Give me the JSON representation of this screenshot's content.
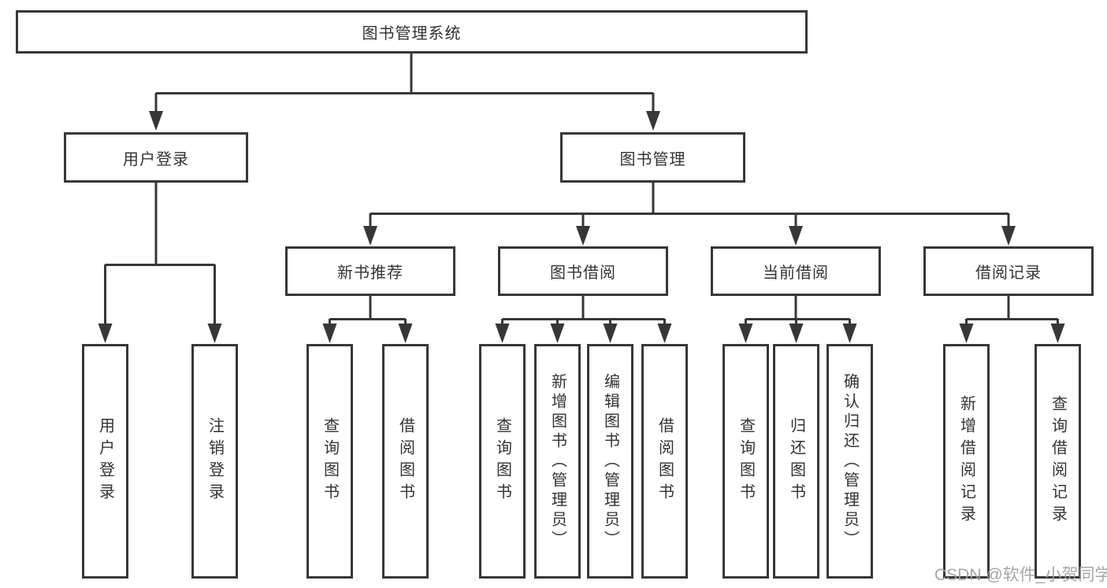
{
  "diagram": {
    "root_label": "图书管理系统",
    "level2": [
      "用户登录",
      "图书管理"
    ],
    "level3": [
      "新书推荐",
      "图书借阅",
      "当前借阅",
      "借阅记录"
    ],
    "leaves": {
      "user_login": [
        "用户登录",
        "注销登录"
      ],
      "new_book": [
        "查询图书",
        "借阅图书"
      ],
      "book_borrow": [
        "查询图书",
        "新增图书（管理员）",
        "编辑图书（管理员）",
        "借阅图书"
      ],
      "current_borrow": [
        "查询图书",
        "归还图书",
        "确认归还（管理员）"
      ],
      "borrow_record": [
        "新增借阅记录",
        "查询借阅记录"
      ]
    }
  },
  "colors": {
    "line": "#373737",
    "text": "#333333",
    "watermark": "#9e9e9e",
    "background": "#ffffff"
  },
  "watermark": "CSDN @软件_小贺同学"
}
